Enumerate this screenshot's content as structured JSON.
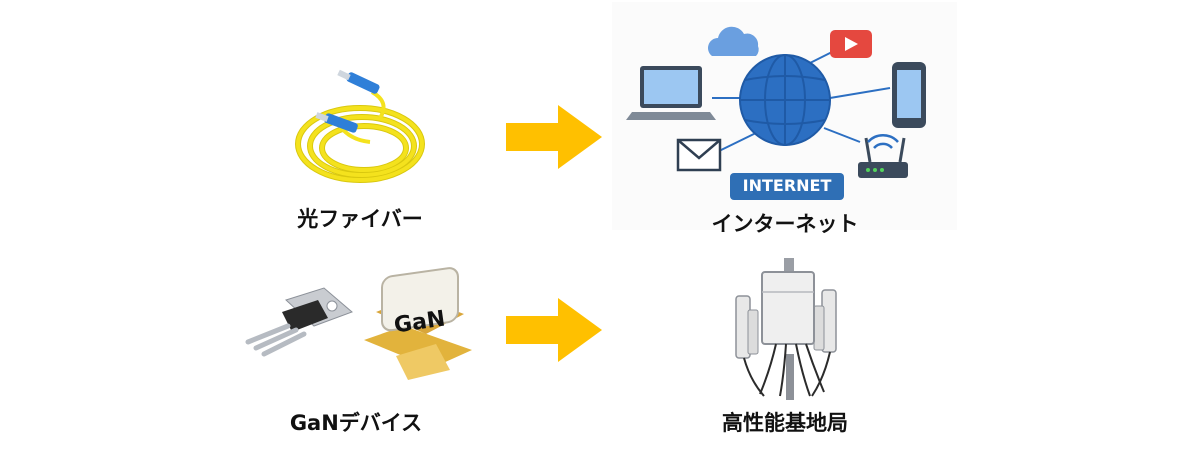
{
  "rows": [
    {
      "left": {
        "label": "光ファイバー",
        "icon": "fiber-optic-cable-icon"
      },
      "right": {
        "label": "インターネット",
        "icon": "internet-globe-network-icon",
        "badge": "INTERNET"
      }
    },
    {
      "left": {
        "label": "GaNデバイス",
        "icon": "gan-device-icon",
        "chip_text": "GaN"
      },
      "right": {
        "label": "高性能基地局",
        "icon": "base-station-icon"
      }
    }
  ],
  "colors": {
    "arrow": "#ffc000",
    "fiber": "#f4e21d",
    "connector": "#2f7fd8",
    "globe": "#2c6fc2",
    "badge": "#2f6fb5",
    "gold": "#e2b33c"
  }
}
